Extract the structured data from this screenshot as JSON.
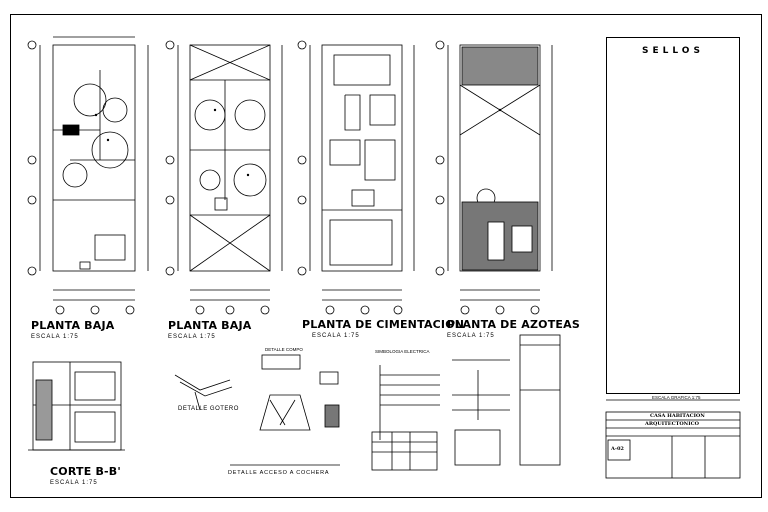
{
  "plans": [
    {
      "title": "PLANTA BAJA",
      "scale": "ESCALA 1:75"
    },
    {
      "title": "PLANTA BAJA",
      "scale": "ESCALA 1:75"
    },
    {
      "title": "PLANTA DE CIMENTACION",
      "scale": "ESCALA 1:75"
    },
    {
      "title": "PLANTA DE AZOTEAS",
      "scale": "ESCALA 1:75"
    }
  ],
  "section": {
    "title": "CORTE B-B'",
    "scale": "ESCALA 1:75"
  },
  "details": {
    "gotero": "DETALLE GOTERO",
    "acceso": "DETALLE ACCESO A COCHERA",
    "comp": "DETALLE COMPO",
    "simbologia": "SIMBOLOGIA ELECTRICA"
  },
  "title_block": {
    "sellos": "SELLOS",
    "graphic_scale": "ESCALA GRAFICA 1:75",
    "project": "CASA HABITACION",
    "drawing": "ARQUITECTONICO",
    "sheet_no": "A-02"
  }
}
